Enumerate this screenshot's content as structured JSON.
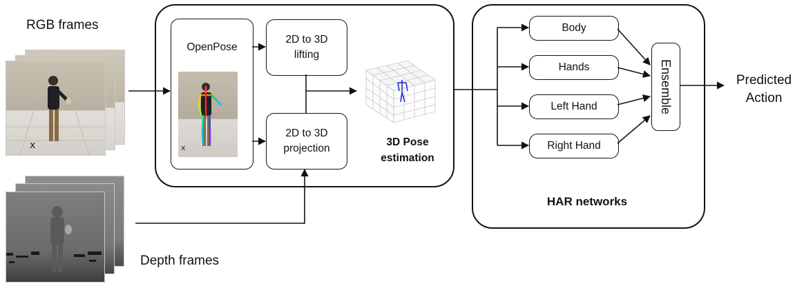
{
  "labels": {
    "rgb_frames": "RGB frames",
    "depth_frames": "Depth frames",
    "openpose": "OpenPose",
    "lifting": "2D to 3D\nlifting",
    "projection": "2D to 3D\nprojection",
    "pose_estimation": "3D Pose\nestimation",
    "har_networks": "HAR networks",
    "ensemble": "Ensemble",
    "predicted_action": "Predicted\nAction"
  },
  "har_branches": [
    "Body",
    "Hands",
    "Left Hand",
    "Right Hand"
  ]
}
